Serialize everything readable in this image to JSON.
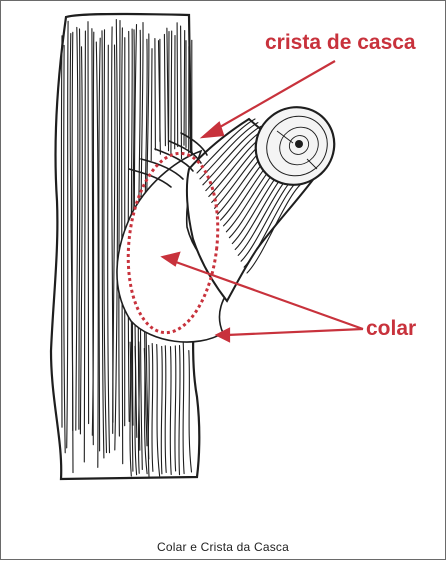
{
  "labels": {
    "crista": "crista de casca",
    "colar": "colar"
  },
  "caption": "Colar e Crista da Casca",
  "colors": {
    "annotation": "#c8323c",
    "ink": "#1e1e1e",
    "frame": "#6a6a6a"
  },
  "icons": {
    "trunk": "tree-trunk-illustration",
    "branch": "cut-branch-illustration"
  }
}
